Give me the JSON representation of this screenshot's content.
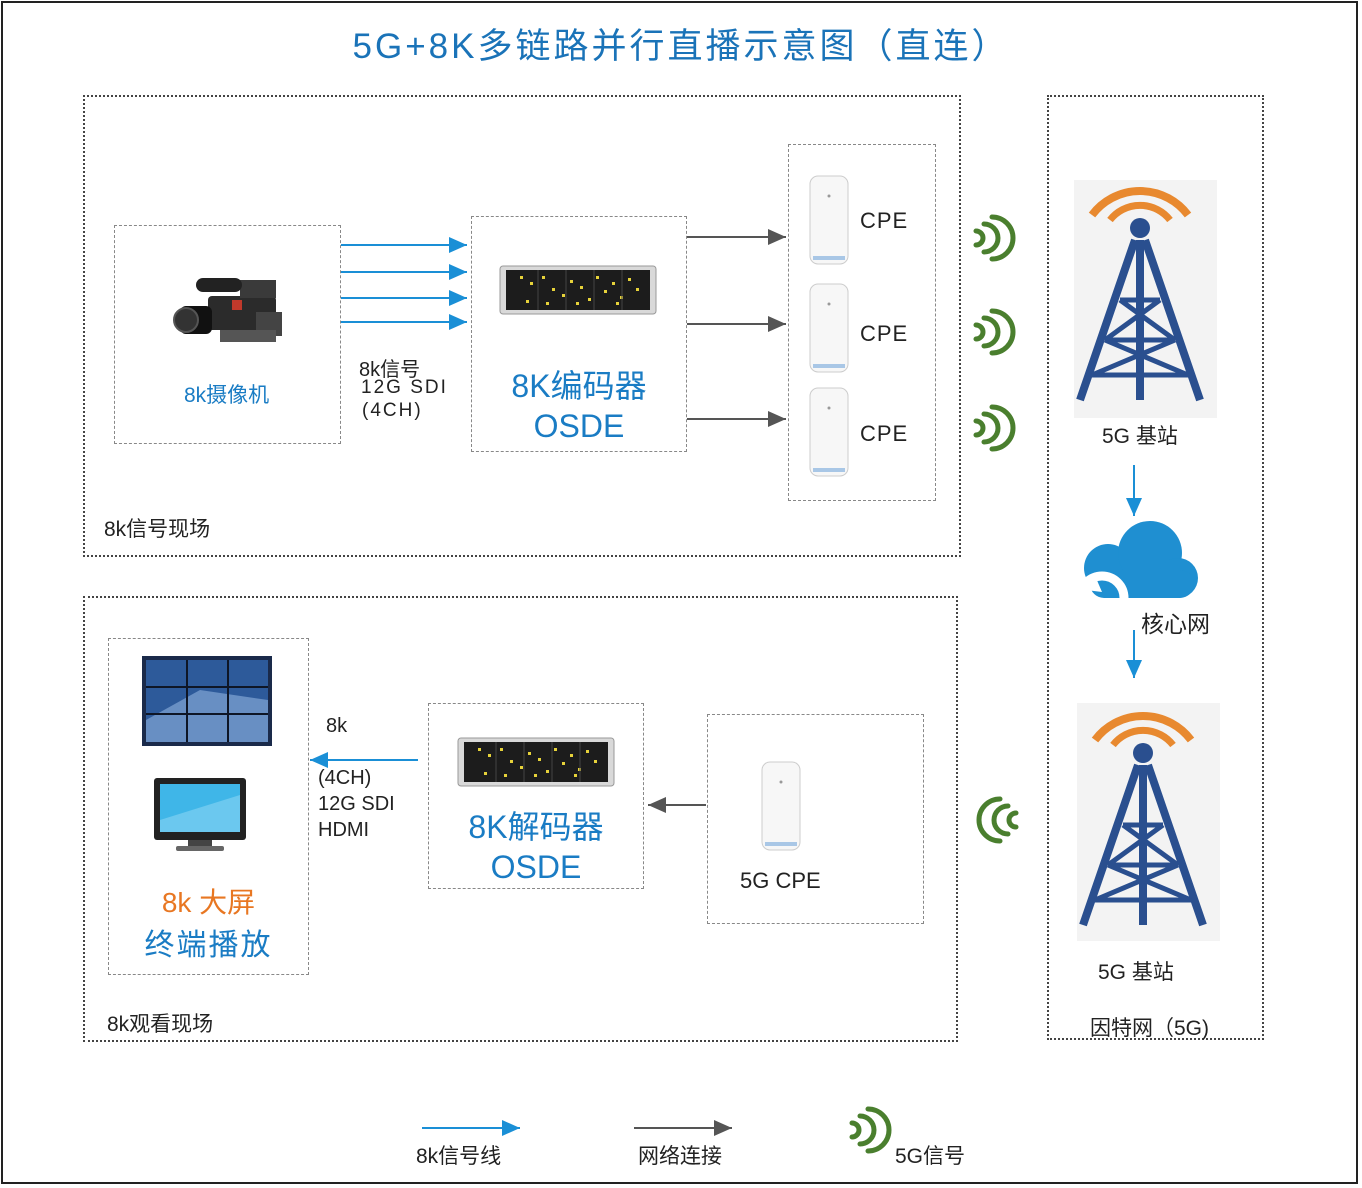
{
  "title": "5G+8K多链路并行直播示意图（直连）",
  "regions": {
    "site": "8k信号现场",
    "viewing": "8k观看现场",
    "internet": "因特网（5G)"
  },
  "camera": {
    "label": "8k摄像机"
  },
  "signal": {
    "line1": "8k信号",
    "line2": "12G SDI",
    "line3": "(4CH)"
  },
  "encoder": {
    "line1": "8K编码器",
    "line2": "OSDE"
  },
  "cpe_labels": [
    "CPE",
    "CPE",
    "CPE"
  ],
  "base_station_top": "5G 基站",
  "core_network": "核心网",
  "base_station_bottom": "5G 基站",
  "decoder": {
    "line1": "8K解码器",
    "line2": "OSDE"
  },
  "cpe_5g": "5G CPE",
  "output": {
    "line1": "8k",
    "line2": "(4CH)",
    "line3": "12G SDI",
    "line4": "HDMI"
  },
  "screen": {
    "line1": "8k 大屏",
    "line2": "终端播放"
  },
  "legend": {
    "signal_line": "8k信号线",
    "network": "网络连接",
    "signal_5g": "5G信号"
  },
  "colors": {
    "blue": "#1a7cc4",
    "orange": "#e87722",
    "green": "#4a7f2e",
    "tower": "#2a4f8f",
    "gray_arrow": "#555555"
  }
}
